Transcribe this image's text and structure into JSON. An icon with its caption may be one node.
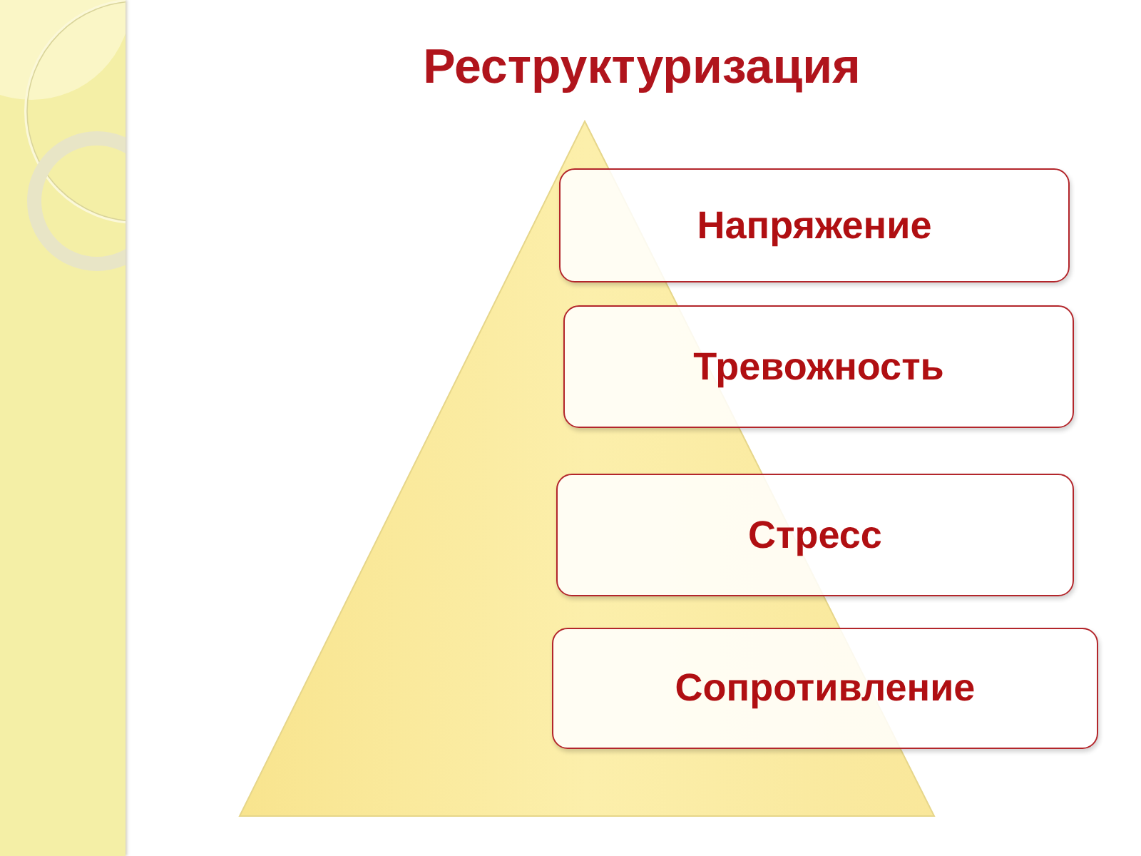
{
  "diagram": {
    "title": "Реструктуризация",
    "nodes": [
      {
        "text": [
          "Напряжение"
        ]
      },
      {
        "text": [
          "Тревожность"
        ]
      },
      {
        "text": [
          "Стресс"
        ]
      },
      {
        "text": [
          "Сопротивление"
        ]
      }
    ]
  }
}
